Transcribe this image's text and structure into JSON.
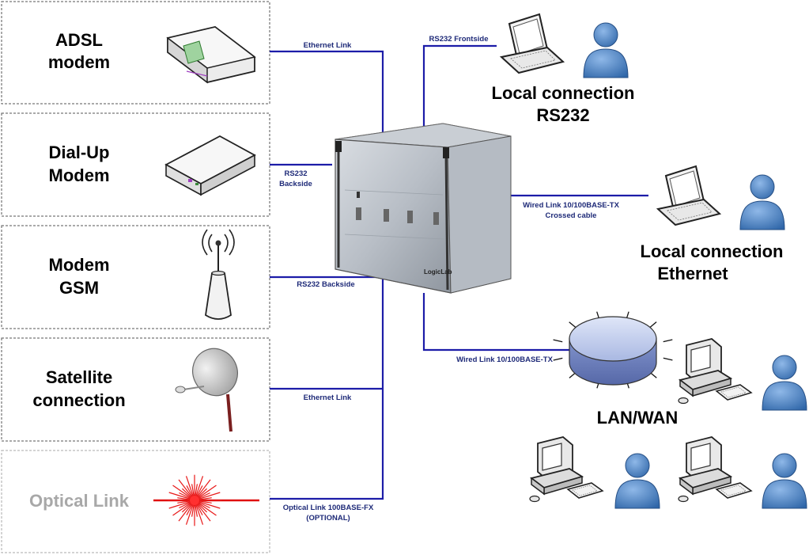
{
  "sources": [
    {
      "line1": "ADSL",
      "line2": "modem",
      "icon": "adsl-modem-icon"
    },
    {
      "line1": "Dial-Up",
      "line2": "Modem",
      "icon": "dialup-modem-icon"
    },
    {
      "line1": "Modem",
      "line2": "GSM",
      "icon": "gsm-antenna-icon"
    },
    {
      "line1": "Satellite",
      "line2": "connection",
      "icon": "satellite-dish-icon"
    },
    {
      "line1": "Optical Link",
      "line2": "",
      "icon": "laser-icon"
    }
  ],
  "links": {
    "ethernet_top": "Ethernet Link",
    "rs232_backside_1": "RS232",
    "rs232_backside_2": "Backside",
    "rs232_backside_gsm": "RS232 Backside",
    "ethernet_sat": "Ethernet Link",
    "optical_1": "Optical Link 100BASE-FX",
    "optical_2": "(OPTIONAL)",
    "rs232_frontside": "RS232 Frontside",
    "wired_crossed_1": "Wired Link 10/100BASE-TX",
    "wired_crossed_2": "Crossed cable",
    "wired_lan": "Wired Link 10/100BASE-TX"
  },
  "device": {
    "brand": "LogicLab"
  },
  "destinations": {
    "local_rs232_1": "Local connection",
    "local_rs232_2": "RS232",
    "local_eth_1": "Local connection",
    "local_eth_2": "Ethernet",
    "lan_wan": "LAN/WAN"
  },
  "colors": {
    "link": "#1c1ca8",
    "person": "#4a86c8",
    "disabled_text": "#a8a8a8"
  }
}
